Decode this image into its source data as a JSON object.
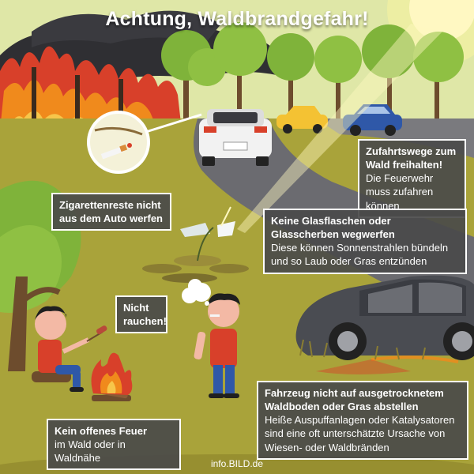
{
  "title": "Achtung, Waldbrandgefahr!",
  "callouts": {
    "zufahrt": {
      "heading": "Zufahrtswege zum Wald freihalten!",
      "text": "Die Feuerwehr muss zufahren können"
    },
    "zigarette": {
      "heading": "Zigarettenreste nicht aus dem Auto werfen"
    },
    "glas": {
      "heading": "Keine Glasflaschen oder Glasscherben wegwerfen",
      "text": "Diese können Sonnenstrahlen bündeln und so Laub oder Gras entzünden"
    },
    "rauchen": {
      "heading": "Nicht rauchen!"
    },
    "fahrzeug": {
      "heading": "Fahrzeug nicht auf ausgetrocknetem Waldboden oder Gras abstellen",
      "text": "Heiße Auspuffanlagen oder Katalysatoren sind eine oft unterschätzte Ursache von Wiesen- oder Waldbränden"
    },
    "feuer": {
      "heading": "Kein offenes Feuer",
      "text": "im Wald oder in Waldnähe"
    }
  },
  "footer": "info.BILD.de",
  "colors": {
    "grass": "#a9a33a",
    "road": "#6b6b70",
    "sky": "#dfe7a7",
    "tree_green": "#7fb33a",
    "fire_red": "#d8402a",
    "fire_orange": "#f08a1c",
    "smoke": "#2f2f33",
    "box_bg": "#4a4a4a",
    "car_white": "#f2f2f2",
    "car_yellow": "#f4c233",
    "car_blue": "#2f58a8",
    "car_dark": "#4a4c52"
  },
  "icons": [
    "magnifier-icon",
    "cigarette-icon",
    "glass-shard-icon",
    "thought-bubble-icon",
    "campfire-icon",
    "sun-icon"
  ]
}
